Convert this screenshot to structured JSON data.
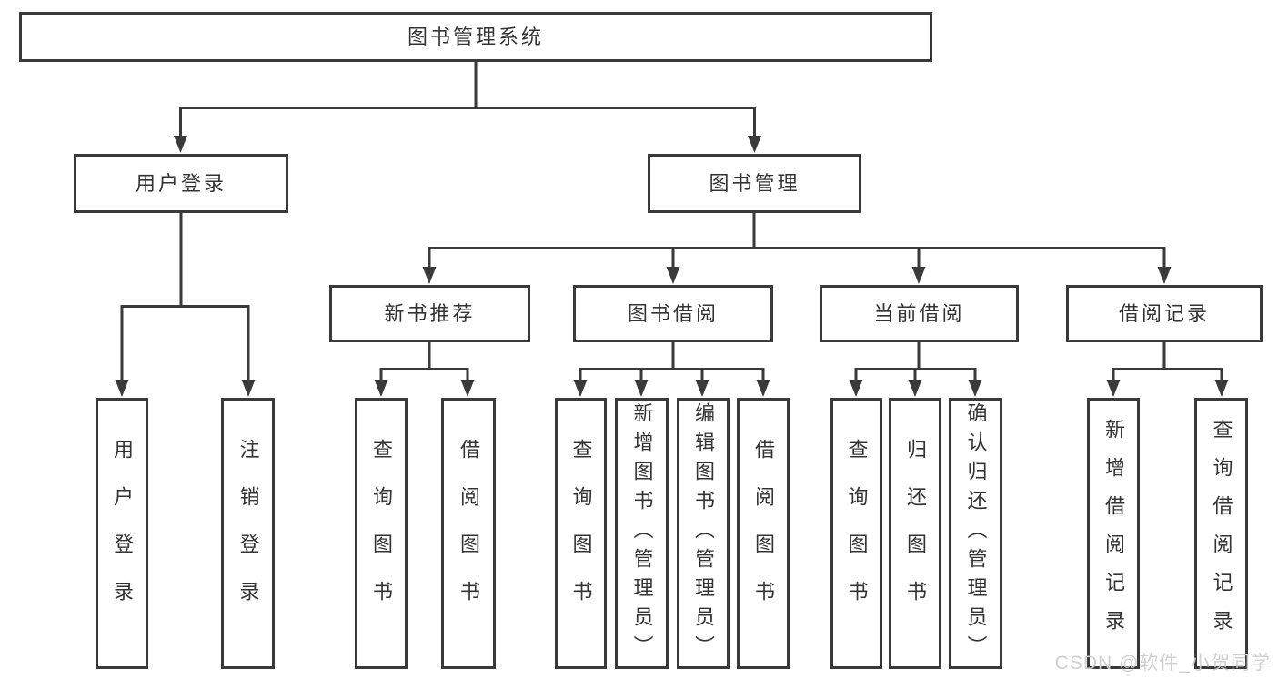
{
  "diagram": {
    "title": "图书管理系统",
    "colors": {
      "line": "#3a3a3a",
      "text": "#333333",
      "background": "#ffffff",
      "watermark": "#cdcdcd"
    },
    "root": {
      "label": "图书管理系统"
    },
    "level2": [
      {
        "label": "用户登录",
        "parent": "图书管理系统"
      },
      {
        "label": "图书管理",
        "parent": "图书管理系统"
      }
    ],
    "level3": [
      {
        "label": "新书推荐",
        "parent": "图书管理"
      },
      {
        "label": "图书借阅",
        "parent": "图书管理"
      },
      {
        "label": "当前借阅",
        "parent": "图书管理"
      },
      {
        "label": "借阅记录",
        "parent": "图书管理"
      }
    ],
    "leaves": [
      {
        "label": "用户登录",
        "parent": "用户登录"
      },
      {
        "label": "注销登录",
        "parent": "用户登录"
      },
      {
        "label": "查询图书",
        "parent": "新书推荐"
      },
      {
        "label": "借阅图书",
        "parent": "新书推荐"
      },
      {
        "label": "查询图书",
        "parent": "图书借阅"
      },
      {
        "label": "新增图书（管理员）",
        "parent": "图书借阅"
      },
      {
        "label": "编辑图书（管理员）",
        "parent": "图书借阅"
      },
      {
        "label": "借阅图书",
        "parent": "图书借阅"
      },
      {
        "label": "查询图书",
        "parent": "当前借阅"
      },
      {
        "label": "归还图书",
        "parent": "当前借阅"
      },
      {
        "label": "确认归还（管理员）",
        "parent": "当前借阅"
      },
      {
        "label": "新增借阅记录",
        "parent": "借阅记录"
      },
      {
        "label": "查询借阅记录",
        "parent": "借阅记录"
      }
    ]
  },
  "watermark": {
    "text": "CSDN @软件_小贺同学"
  }
}
